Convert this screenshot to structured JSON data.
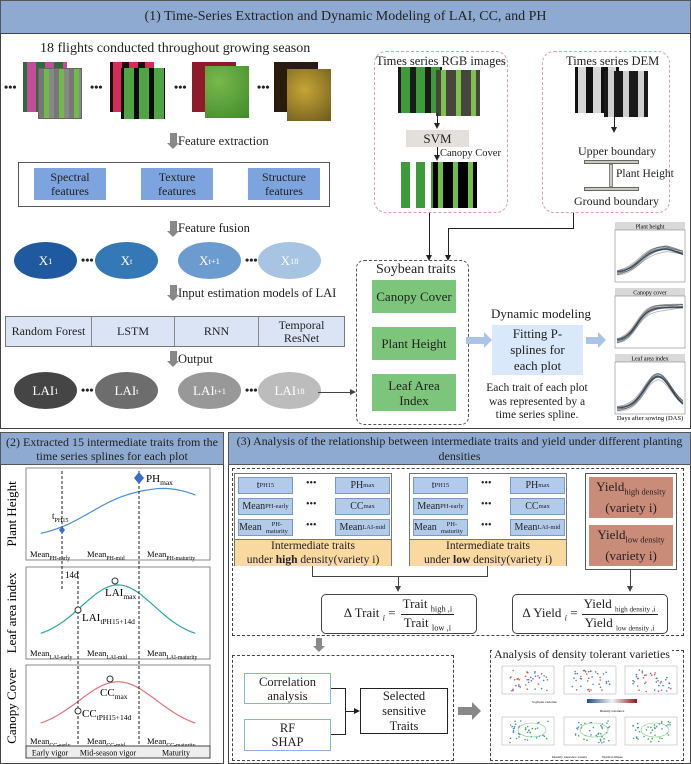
{
  "section1": {
    "title": "(1) Time-Series Extraction and Dynamic Modeling of LAI, CC, and PH",
    "flights_caption": "18 flights conducted throughout growing season",
    "ellipsis": "•••",
    "feature_extraction": "Feature extraction",
    "features": [
      "Spectral features",
      "Texture features",
      "Structure features"
    ],
    "feature_fusion": "Feature fusion",
    "x_nodes": [
      {
        "base": "X",
        "sub": "1",
        "color": "#1f5aa0"
      },
      {
        "base": "X",
        "sub": "t",
        "color": "#3578b6"
      },
      {
        "base": "X",
        "sub": "t+1",
        "color": "#6c9bcf"
      },
      {
        "base": "X",
        "sub": "18",
        "color": "#a7c4e2"
      }
    ],
    "input_models_caption": "Input estimation models of LAI",
    "models": [
      "Random Forest",
      "LSTM",
      "RNN",
      "Temporal ResNet"
    ],
    "output_caption": "Output",
    "lai_nodes": [
      {
        "base": "LAI",
        "sub": "1",
        "color": "#454545"
      },
      {
        "base": "LAI",
        "sub": "t",
        "color": "#6d6d6d"
      },
      {
        "base": "LAI",
        "sub": "t+1",
        "color": "#989898"
      },
      {
        "base": "LAI",
        "sub": "18",
        "color": "#bcbcbc"
      }
    ],
    "rgb_box": {
      "title": "Times series RGB images",
      "svm": "SVM",
      "canopy_cover": "Canopy Cover"
    },
    "dem_box": {
      "title": "Times series DEM",
      "upper": "Upper boundary",
      "plant_height": "Plant Height",
      "ground": "Ground boundary"
    },
    "soybean_traits": {
      "title": "Soybean traits",
      "items": [
        "Canopy Cover",
        "Plant Height",
        "Leaf Area Index"
      ]
    },
    "dynamic_modeling": {
      "title": "Dynamic modeling",
      "box": "Fitting P-splines for each plot",
      "note": "Each trait of each plot was represented by a time series spline."
    },
    "mini_charts": {
      "titles": [
        "Plant height",
        "Canopy cover",
        "Leaf area index"
      ],
      "xlabel": "Days after sowing (DAS)"
    }
  },
  "section2": {
    "title": "(2) Extracted 15 intermediate traits from the time series splines for each plot",
    "rows": [
      {
        "label": "Plant Height",
        "color": "#4a8fd0",
        "points": {
          "start": "t",
          "start_sub": "PH15",
          "peak": "PH",
          "peak_sub": "max"
        },
        "means": [
          {
            "base": "Mean",
            "sub": "PH-early"
          },
          {
            "base": "Mean",
            "sub": "PH-mid"
          },
          {
            "base": "Mean",
            "sub": "PH-maturity"
          }
        ]
      },
      {
        "label": "Leaf area index",
        "color": "#2aa9a6",
        "points": {
          "start": "LAI",
          "start_sub": "tPH15+14d",
          "peak": "LAI",
          "peak_sub": "max"
        },
        "interval": "14d",
        "means": [
          {
            "base": "Mean",
            "sub": "LAI-early"
          },
          {
            "base": "Mean",
            "sub": "LAI-mid"
          },
          {
            "base": "Mean",
            "sub": "LAI-maturity"
          }
        ]
      },
      {
        "label": "Canopy Cover",
        "color": "#e0737b",
        "points": {
          "start": "CC",
          "start_sub": "tPH15+14d",
          "peak": "CC",
          "peak_sub": "max"
        },
        "means": [
          {
            "base": "Mean",
            "sub": "CC-early"
          },
          {
            "base": "Mean",
            "sub": "CC-mid"
          },
          {
            "base": "Mean",
            "sub": "CC-maturity"
          }
        ]
      }
    ],
    "stages": [
      "Early vigor",
      "Mid-season vigor",
      "Maturity"
    ]
  },
  "section3": {
    "title": "(3) Analysis of the relationship between intermediate traits and yield under different planting densities",
    "trait_grid": [
      [
        {
          "base": "t",
          "sub": "PH15"
        },
        {
          "base": "PH",
          "sub": "max"
        }
      ],
      [
        {
          "base": "Mean",
          "sub": "PH-early"
        },
        {
          "base": "CC",
          "sub": "max"
        }
      ],
      [
        {
          "base": "Mean",
          "sub": "PH-maturity"
        },
        {
          "base": "Mean",
          "sub": "LAI-mid"
        }
      ]
    ],
    "high_label": {
      "pre": "Intermediate traits",
      "line2_pre": "under ",
      "bold": "high",
      "post": " density(variety i)"
    },
    "low_label": {
      "pre": "Intermediate traits",
      "line2_pre": "under ",
      "bold": "low",
      "post": " density(variety i)"
    },
    "yield_high": {
      "base": "Yield",
      "sub": "high density",
      "line2": "(variety i)"
    },
    "yield_low": {
      "base": "Yield",
      "sub": "low density",
      "line2": "(variety i)"
    },
    "delta_trait": {
      "lhs": "Δ Trait",
      "lhs_sub": "i",
      "num": "Trait",
      "num_sub": "high ,i",
      "den": "Trait",
      "den_sub": "low ,i"
    },
    "delta_yield": {
      "lhs": "Δ Yield",
      "lhs_sub": "i",
      "num": "Yield",
      "num_sub": "high density ,i",
      "den": "Yield",
      "den_sub": "low density ,i"
    },
    "methods": [
      "Correlation analysis",
      "RF SHAP"
    ],
    "selected": "Selected sensitive Traits",
    "density_analysis": {
      "title": "Analysis of density tolerant varieties",
      "legend_top": "Soybean varieties",
      "colorbar_label": "Density tolerance",
      "legend_bottom": [
        "Density tolerance variety",
        "Normal ellipse"
      ]
    }
  }
}
